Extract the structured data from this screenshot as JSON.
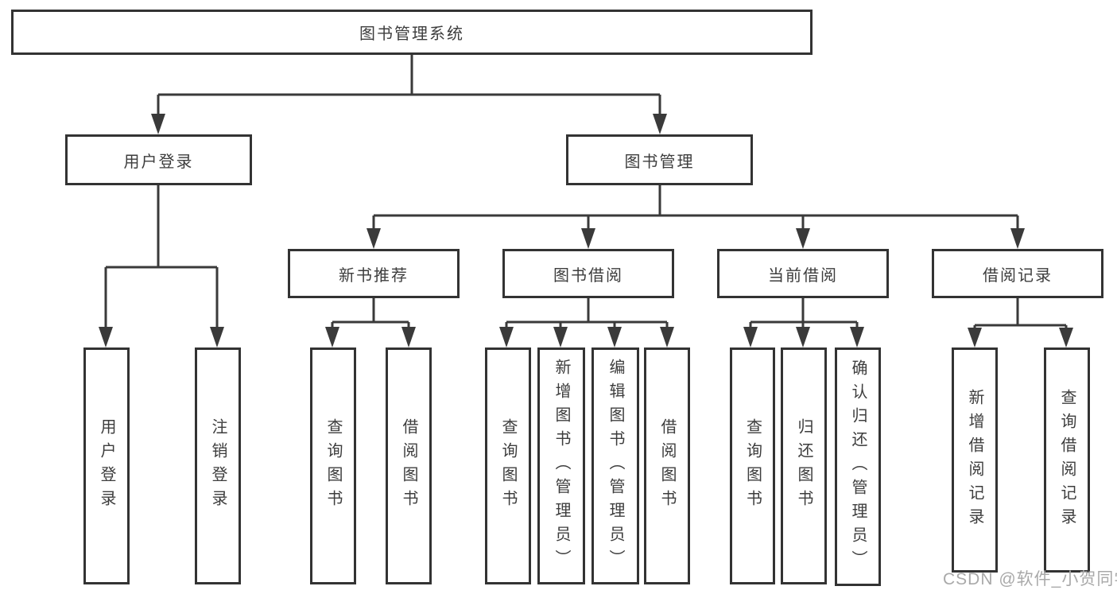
{
  "diagram": {
    "title": "图书管理系统",
    "level2": [
      {
        "id": "user-login",
        "label": "用户登录"
      },
      {
        "id": "book-management",
        "label": "图书管理"
      }
    ],
    "level3": [
      {
        "id": "new-book-recommend",
        "label": "新书推荐",
        "parent": "图书管理"
      },
      {
        "id": "book-borrowing",
        "label": "图书借阅",
        "parent": "图书管理"
      },
      {
        "id": "current-borrowing",
        "label": "当前借阅",
        "parent": "图书管理"
      },
      {
        "id": "borrowing-records",
        "label": "借阅记录",
        "parent": "图书管理"
      }
    ],
    "leaves": [
      {
        "label": "用户登录",
        "parent": "用户登录"
      },
      {
        "label": "注销登录",
        "parent": "用户登录"
      },
      {
        "label": "查询图书",
        "parent": "新书推荐"
      },
      {
        "label": "借阅图书",
        "parent": "新书推荐"
      },
      {
        "label": "查询图书",
        "parent": "图书借阅"
      },
      {
        "label": "新增图书（管理员）",
        "parent": "图书借阅"
      },
      {
        "label": "编辑图书（管理员）",
        "parent": "图书借阅"
      },
      {
        "label": "借阅图书",
        "parent": "图书借阅"
      },
      {
        "label": "查询图书",
        "parent": "当前借阅"
      },
      {
        "label": "归还图书",
        "parent": "当前借阅"
      },
      {
        "label": "确认归还（管理员）",
        "parent": "当前借阅"
      },
      {
        "label": "新增借阅记录",
        "parent": "借阅记录"
      },
      {
        "label": "查询借阅记录",
        "parent": "借阅记录"
      }
    ],
    "colors": {
      "line": "#3a3a3a",
      "border": "#333333",
      "text": "#3d3d3d",
      "background": "#ffffff",
      "watermark": "#a9a9a9"
    }
  },
  "watermark": {
    "text": "CSDN @软件_小贺同学"
  }
}
